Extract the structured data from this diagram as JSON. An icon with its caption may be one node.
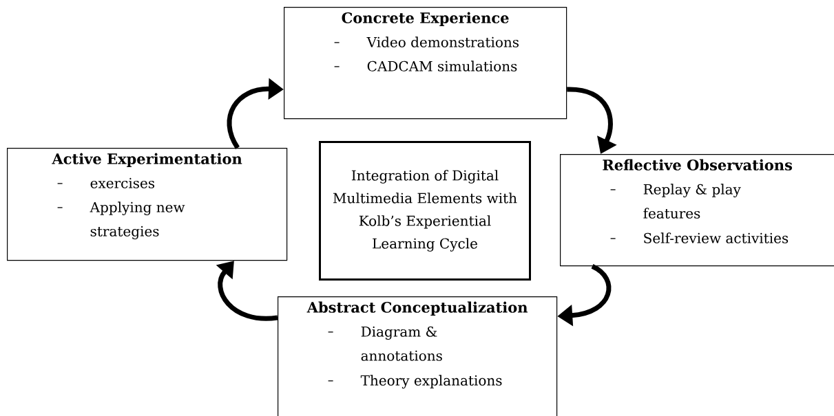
{
  "diagram": {
    "nodes": [
      {
        "text": [
          "Concrete Experience",
          "Video demonstrations",
          "CADCAM simulations"
        ]
      },
      {
        "text": [
          "Active Experimentation",
          "exercises",
          "Applying new strategies"
        ]
      },
      {
        "text": [
          "Integration of Digital Multimedia Elements with Kolb’s Experiential Learning Cycle"
        ]
      },
      {
        "text": [
          "Reflective Observations",
          "Replay & play features",
          "Self-review activities"
        ]
      },
      {
        "text": [
          "Abstract Conceptualization",
          "Diagram & annotations",
          "Theory explanations"
        ]
      }
    ],
    "edges": [
      {
        "from": 0,
        "to": 3,
        "arrow": "to"
      },
      {
        "from": 3,
        "to": 4,
        "arrow": "to"
      },
      {
        "from": 4,
        "to": 1,
        "arrow": "to"
      },
      {
        "from": 1,
        "to": 0,
        "arrow": "to"
      }
    ]
  }
}
